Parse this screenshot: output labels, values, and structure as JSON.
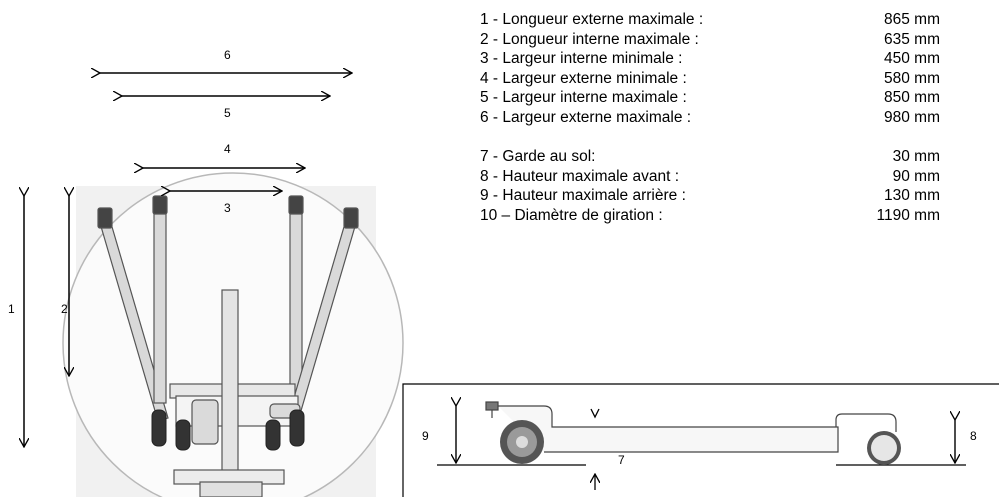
{
  "specs": {
    "dimensions": [
      {
        "label": "1 - Longueur externe maximale :",
        "value": "865 mm"
      },
      {
        "label": "2 - Longueur interne maximale :",
        "value": "635 mm"
      },
      {
        "label": "3 - Largeur interne minimale :",
        "value": "450 mm"
      },
      {
        "label": "4 - Largeur externe minimale :",
        "value": "580 mm"
      },
      {
        "label": "5 - Largeur interne maximale :",
        "value": "850 mm"
      },
      {
        "label": "6 - Largeur externe maximale :",
        "value": "980 mm"
      }
    ],
    "clearance": [
      {
        "label": "7 - Garde au sol:",
        "value": "30 mm"
      },
      {
        "label": "8 - Hauteur maximale avant :",
        "value": "90 mm"
      },
      {
        "label": "9 - Hauteur maximale arrière :",
        "value": "130 mm"
      },
      {
        "label": "10 – Diamètre de giration :",
        "value": "1190 mm"
      }
    ]
  },
  "top_view_labels": {
    "d1": "1",
    "d2": "2",
    "d3": "3",
    "d4": "4",
    "d5": "5",
    "d6": "6"
  },
  "side_view_labels": {
    "d7": "7",
    "d8": "8",
    "d9": "9"
  }
}
